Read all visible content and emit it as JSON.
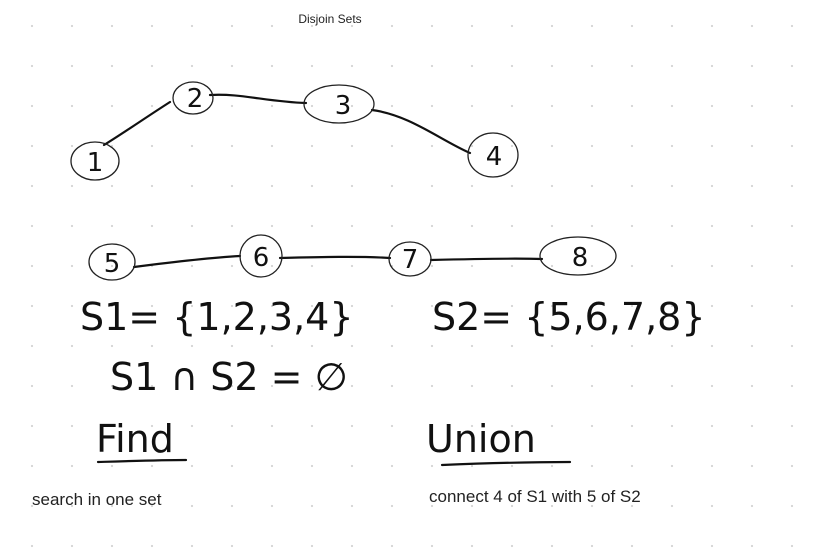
{
  "title": "Disjoin Sets",
  "graph": {
    "set1_nodes": [
      "1",
      "2",
      "3",
      "4"
    ],
    "set2_nodes": [
      "5",
      "6",
      "7",
      "8"
    ]
  },
  "notes": {
    "s1_definition": "S1= {1,2,3,4}",
    "s2_definition": "S2= {5,6,7,8}",
    "intersection": "S1 ∩ S2 = ∅",
    "find_heading": "Find",
    "union_heading": "Union"
  },
  "captions": {
    "find": "search in one set",
    "union": "connect 4 of S1 with 5 of S2"
  }
}
